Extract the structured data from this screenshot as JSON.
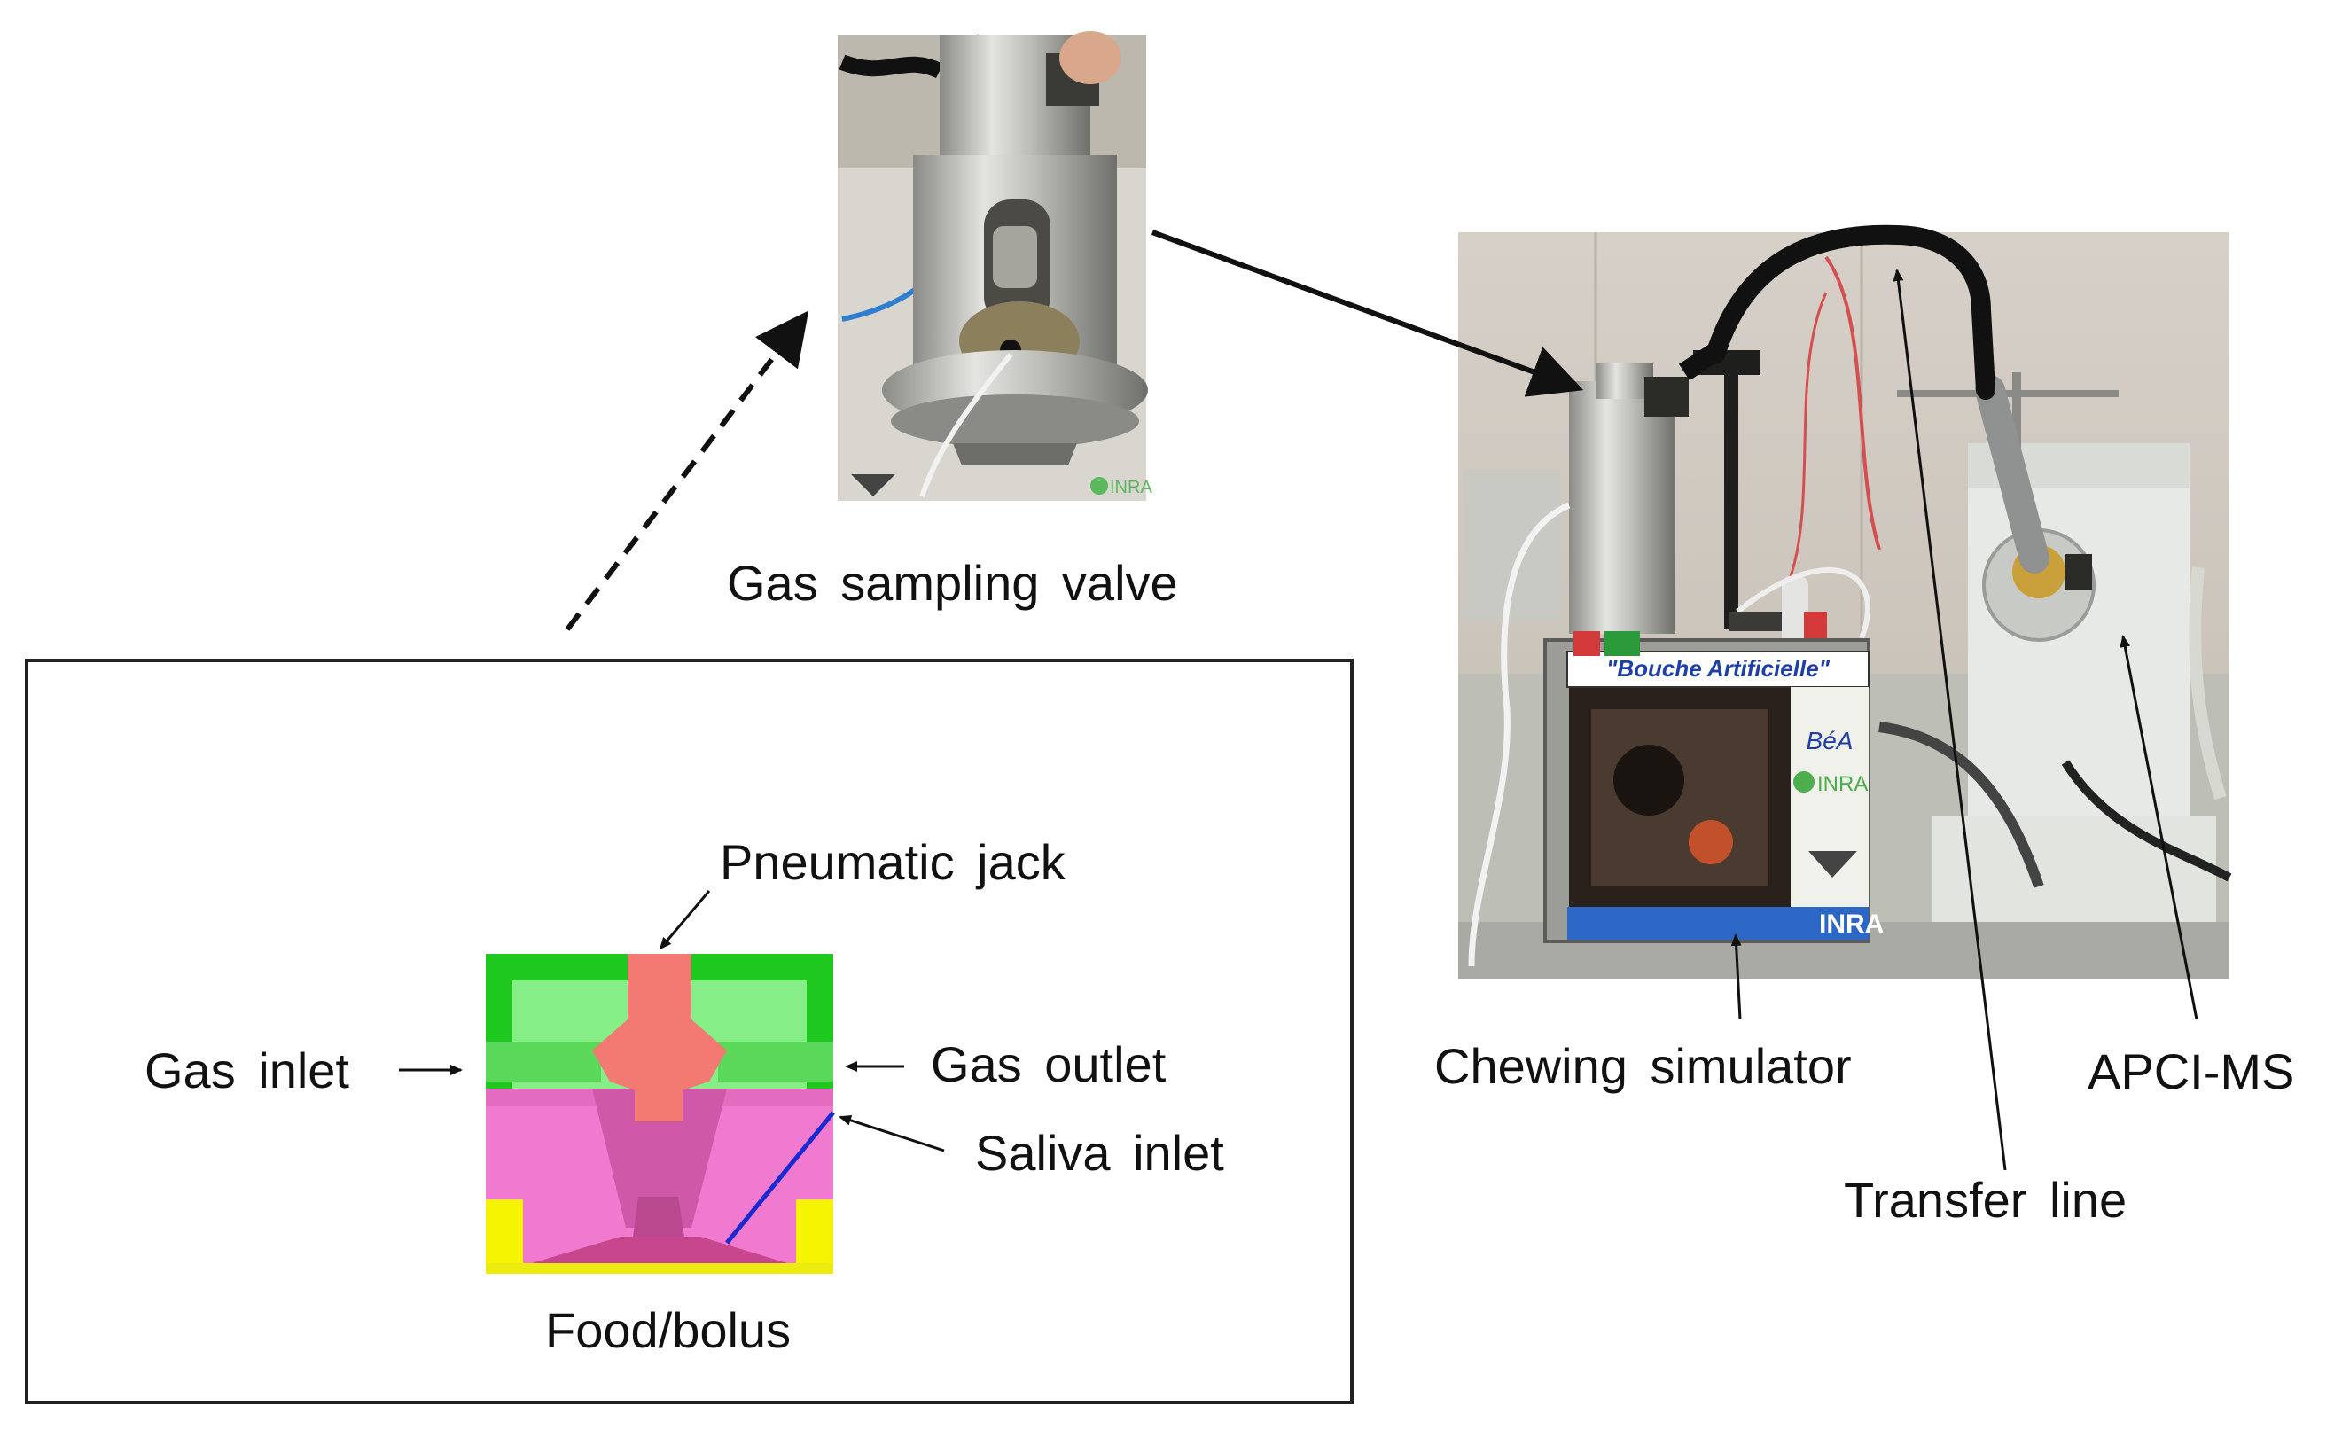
{
  "labels": {
    "gas_sampling_valve": "Gas sampling  valve",
    "pneumatic_jack": "Pneumatic  jack",
    "gas_inlet": "Gas inlet",
    "gas_outlet": "Gas outlet",
    "saliva_inlet": "Saliva inlet",
    "food_bolus": "Food/bolus",
    "chewing_simulator": "Chewing  simulator",
    "transfer_line": "Transfer line",
    "apci_ms": "APCI-MS"
  },
  "apparatus_signage": {
    "box_title": "\"Bouche Artificielle\"",
    "box_logo": "BéA",
    "inra_logo": "INRA"
  },
  "colors": {
    "outer_green": "#1ec81e",
    "inner_green": "#86ee86",
    "jack": "#f27a72",
    "chamber": "#f07ad0",
    "cone": "#c8468e",
    "yellow": "#f6f400",
    "saliva_line": "#1a2ad0",
    "frame": "#222222"
  }
}
